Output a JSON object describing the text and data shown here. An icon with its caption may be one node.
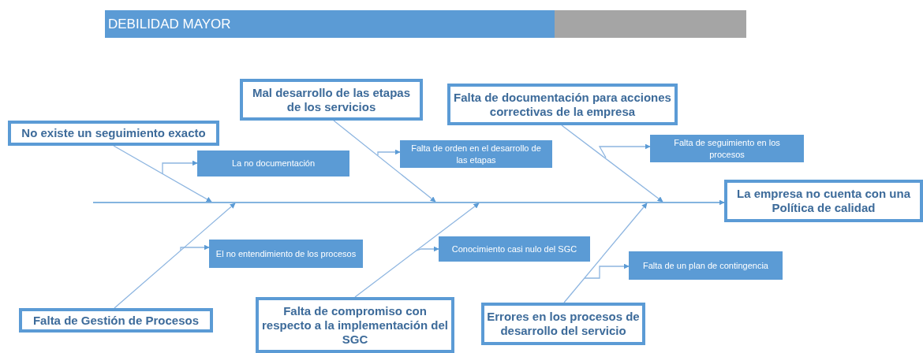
{
  "diagram": {
    "title": "DEBILIDAD MAYOR",
    "nodes": [
      {
        "text": [
          "No existe un seguimiento exacto"
        ]
      },
      {
        "text": [
          "Mal desarrollo de las etapas de los servicios"
        ]
      },
      {
        "text": [
          "Falta de documentación para acciones correctivas de la empresa"
        ]
      },
      {
        "text": [
          "La empresa no cuenta con una Política de calidad"
        ]
      },
      {
        "text": [
          "La no documentación"
        ]
      },
      {
        "text": [
          "Falta de orden en el desarrollo de las etapas"
        ]
      },
      {
        "text": [
          "Falta de seguimiento en los procesos"
        ]
      },
      {
        "text": [
          "El no entendimiento de los procesos"
        ]
      },
      {
        "text": [
          "Conocimiento casi nulo del SGC"
        ]
      },
      {
        "text": [
          "Falta de un plan de contingencia"
        ]
      },
      {
        "text": [
          "Falta de Gestión de Procesos"
        ]
      },
      {
        "text": [
          "Falta de compromiso con respecto a la implementación del SGC"
        ]
      },
      {
        "text": [
          "Errores en los procesos de desarrollo del servicio"
        ]
      }
    ],
    "edges": [
      {
        "from": null,
        "to": 3,
        "arrow": "to"
      },
      {
        "from": 0,
        "to": null,
        "arrow": "to"
      },
      {
        "from": 1,
        "to": null,
        "arrow": "to"
      },
      {
        "from": 2,
        "to": null,
        "arrow": "to"
      },
      {
        "from": 10,
        "to": null,
        "arrow": "to"
      },
      {
        "from": 11,
        "to": null,
        "arrow": "to"
      },
      {
        "from": 12,
        "to": null,
        "arrow": "to"
      },
      {
        "from": null,
        "to": 4,
        "arrow": "to"
      },
      {
        "from": null,
        "to": 5,
        "arrow": "to"
      },
      {
        "from": null,
        "to": 6,
        "arrow": "to"
      },
      {
        "from": null,
        "to": 7,
        "arrow": "to"
      },
      {
        "from": null,
        "to": 8,
        "arrow": "to"
      },
      {
        "from": null,
        "to": 9,
        "arrow": "to"
      }
    ]
  }
}
